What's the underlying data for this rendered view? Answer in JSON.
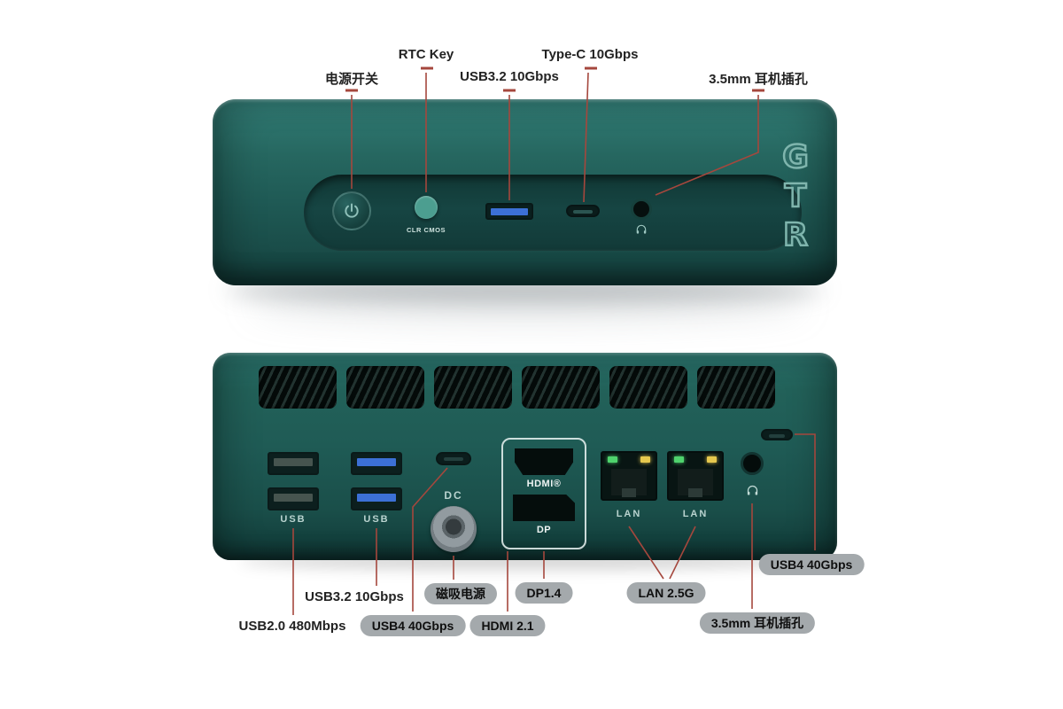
{
  "front_view": {
    "callouts": [
      {
        "id": "power-switch",
        "label": "电源开关"
      },
      {
        "id": "rtc-key",
        "label": "RTC Key"
      },
      {
        "id": "usb32",
        "label": "USB3.2 10Gbps"
      },
      {
        "id": "type-c",
        "label": "Type-C 10Gbps"
      },
      {
        "id": "headphone-jack",
        "label": "3.5mm 耳机插孔"
      }
    ],
    "clr_cmos_label": "CLR CMOS",
    "logo_letters": [
      "G",
      "T",
      "R"
    ]
  },
  "rear_view": {
    "port_captions": {
      "usb20_column": "USB",
      "usb32_column": "USB",
      "dc": "DC",
      "hdmi": "HDMI®",
      "dp": "DP",
      "lan_left": "LAN",
      "lan_right": "LAN"
    },
    "plain_callouts": [
      {
        "id": "usb32-rear",
        "label": "USB3.2 10Gbps"
      },
      {
        "id": "usb20-rear",
        "label": "USB2.0 480Mbps"
      }
    ],
    "badges": [
      {
        "id": "magnetic-power",
        "label": "磁吸电源"
      },
      {
        "id": "dp14",
        "label": "DP1.4"
      },
      {
        "id": "lan25g",
        "label": "LAN 2.5G"
      },
      {
        "id": "usb4-bottom",
        "label": "USB4 40Gbps"
      },
      {
        "id": "hdmi21",
        "label": "HDMI 2.1"
      },
      {
        "id": "jack-rear",
        "label": "3.5mm 耳机插孔"
      },
      {
        "id": "usb4-right",
        "label": "USB4 40Gbps"
      }
    ]
  },
  "colors": {
    "device_teal": "#1f5e59",
    "band_teal": "#153f3d",
    "callout_line": "#a5473d",
    "badge_bg": "#a4a9ac",
    "usb_blue": "#3c70d6",
    "lan_led_green": "#4fd36d",
    "lan_led_amber": "#e5c84e",
    "background": "#ffffff"
  }
}
